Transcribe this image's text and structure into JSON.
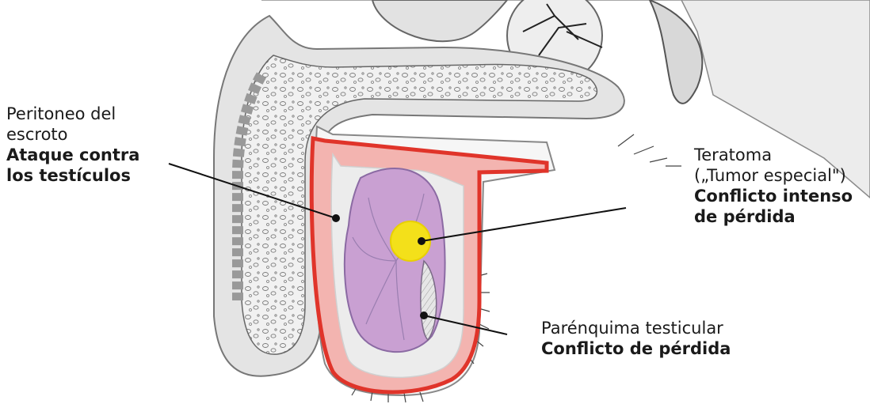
{
  "labels": {
    "peritoneo": {
      "lines": [
        "Peritoneo del",
        "escroto"
      ],
      "bold_lines": [
        "Ataque contra",
        "los testículos"
      ]
    },
    "teratoma": {
      "lines": [
        "Teratoma",
        "(„Tumor especial\")"
      ],
      "bold_lines": [
        "Conflicto intenso",
        "de pérdida"
      ]
    },
    "parenquima": {
      "lines": [
        "Parénquima testicular"
      ],
      "bold_lines": [
        "Conflicto de pérdida"
      ]
    }
  },
  "colors": {
    "peritoneum_outline": "#e0342a",
    "peritoneum_fill": "#f3b4b0",
    "testis_fill": "#c9a0d2",
    "teratoma_fill": "#f3e01a",
    "tissue_gray": "#d6d6d6",
    "pointer": "#111111"
  }
}
